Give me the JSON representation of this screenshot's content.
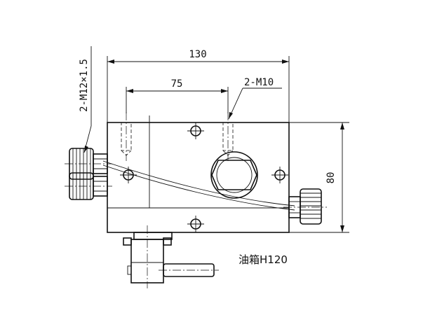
{
  "dimensions": {
    "overall_width": "130",
    "hole_spacing": "75",
    "overall_height": "80"
  },
  "callouts": {
    "top_ports": "2-M10",
    "side_ports": "2-M12×1.5"
  },
  "notes": {
    "tank_label": "油箱H120"
  }
}
